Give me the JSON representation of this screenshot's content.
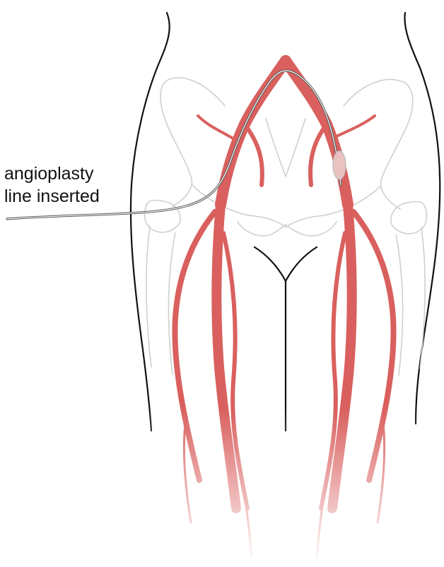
{
  "callout": {
    "lines": [
      "angioplasty",
      "line inserted"
    ]
  },
  "colors": {
    "artery": "#d9605e",
    "bone": "#cfcfcf",
    "outline": "#111111",
    "catheter": "#555555",
    "balloon": "#eac2c0",
    "background": "#ffffff"
  },
  "icons": {
    "figure": "lower-body-arterial-anatomy-illustration"
  }
}
